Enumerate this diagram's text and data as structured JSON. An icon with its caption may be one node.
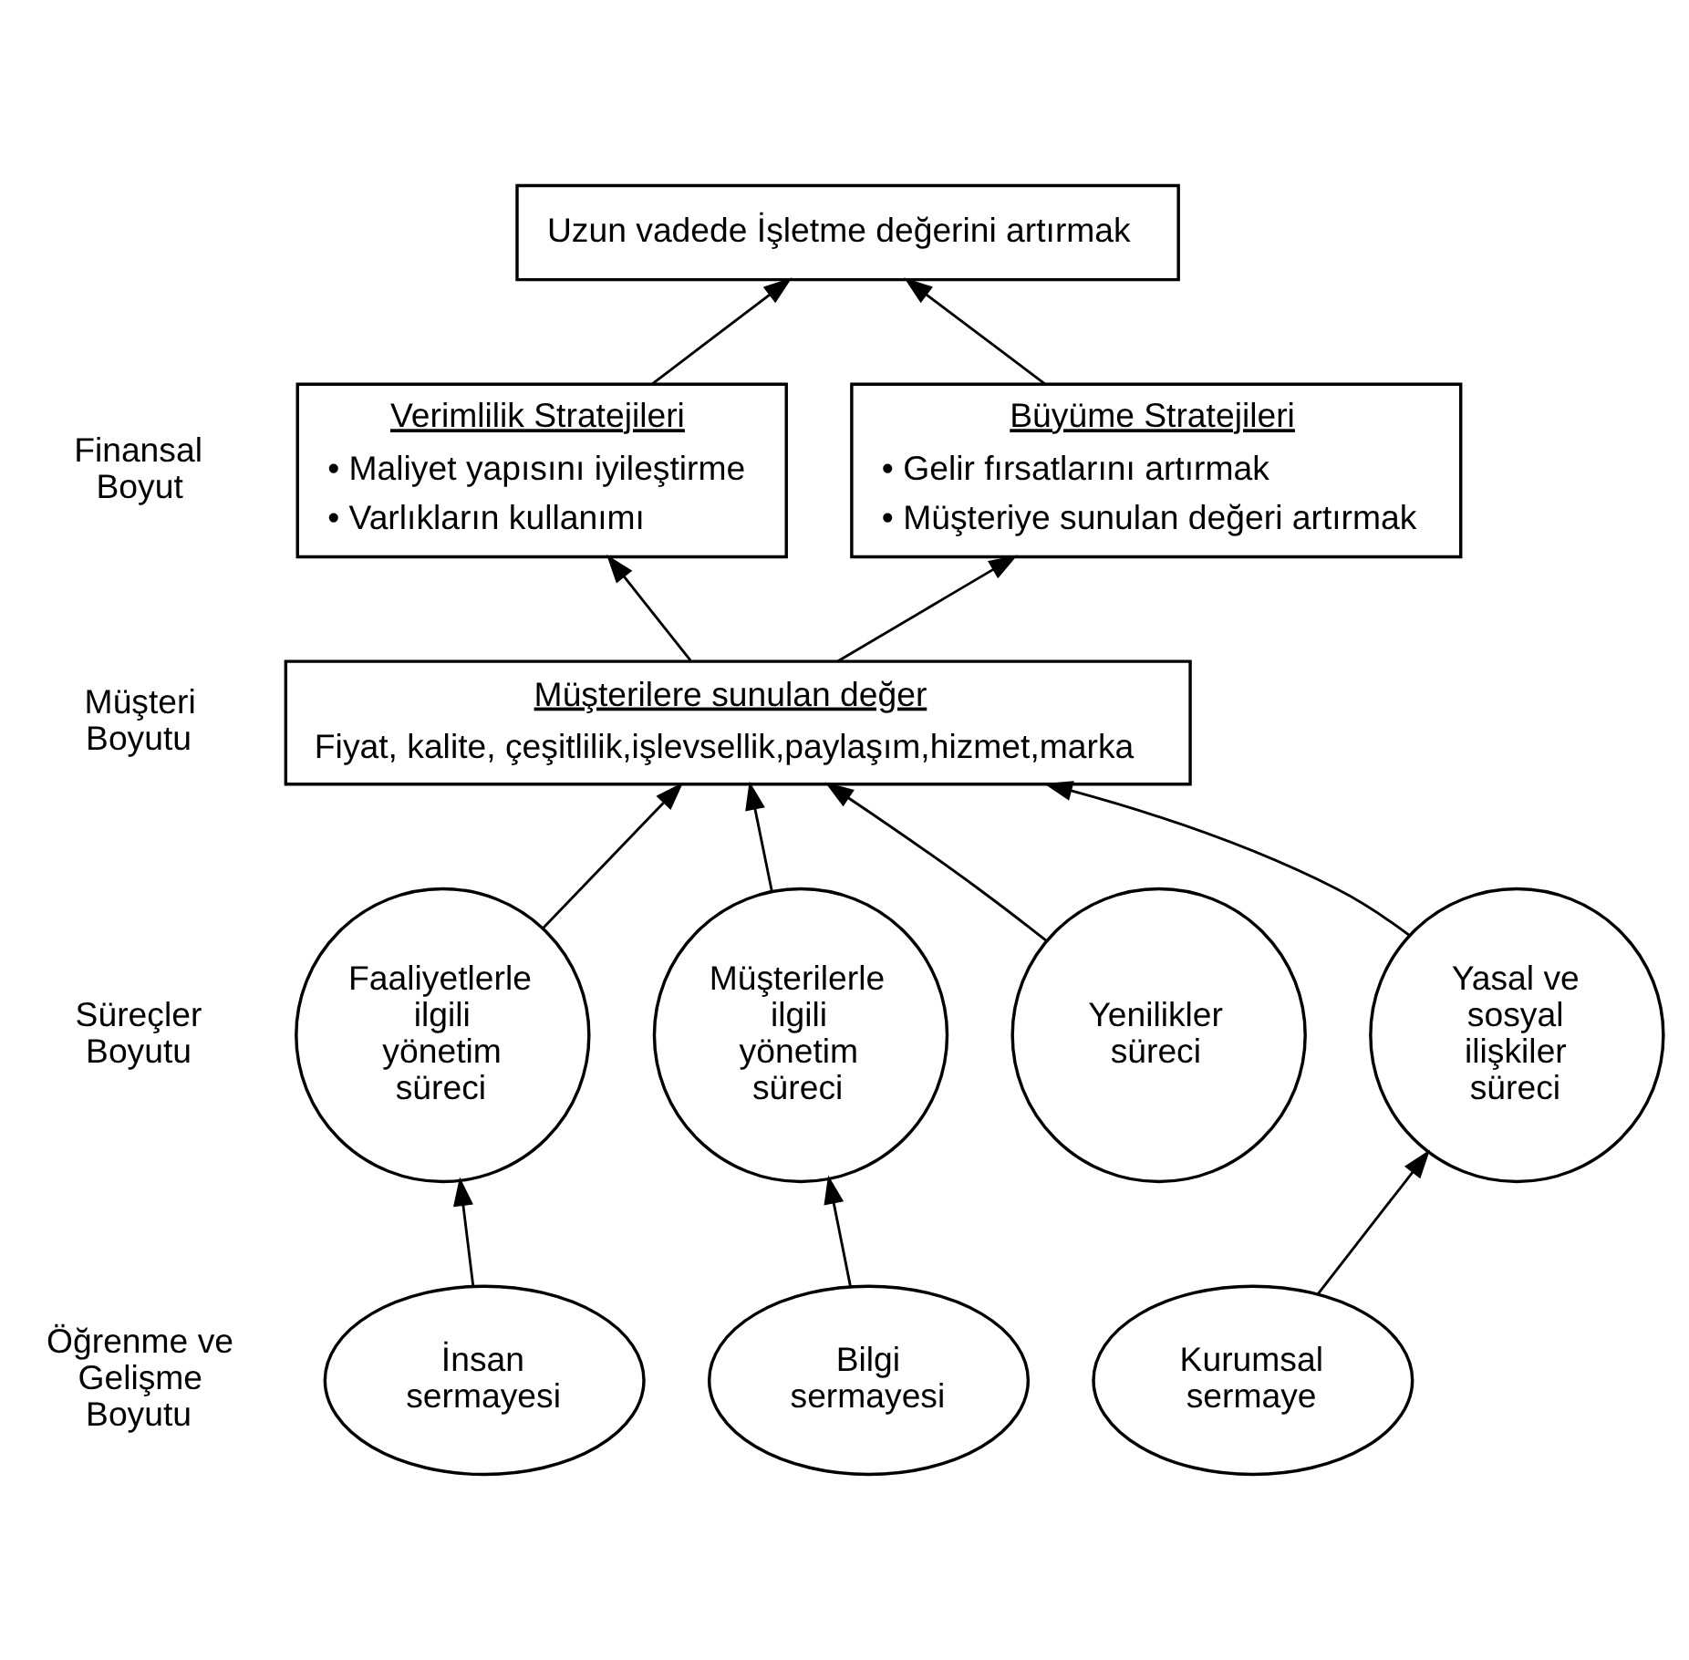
{
  "diagram": {
    "nodes": [
      {
        "text": [
          "Uzun vadede İşletme değerini artırmak"
        ]
      },
      {
        "text": [
          "Verimlilik Stratejileri",
          "• Maliyet yapısını iyileştirme",
          "• Varlıkların kullanımı"
        ]
      },
      {
        "text": [
          "Büyüme Stratejileri",
          "• Gelir fırsatlarını artırmak",
          "• Müşteriye sunulan değeri artırmak"
        ]
      },
      {
        "text": [
          "Müşterilere sunulan değer",
          "Fiyat, kalite, çeşitlilik,işlevsellik,paylaşım,hizmet,marka"
        ]
      },
      {
        "text": [
          "Faaliyetlerle ilgili yönetim süreci"
        ]
      },
      {
        "text": [
          "Müşterilerle ilgili yönetim süreci"
        ]
      },
      {
        "text": [
          "Yenilikler süreci"
        ]
      },
      {
        "text": [
          "Yasal ve sosyal ilişkiler süreci"
        ]
      },
      {
        "text": [
          "İnsan sermayesi"
        ]
      },
      {
        "text": [
          "Bilgi sermayesi"
        ]
      },
      {
        "text": [
          "Kurumsal sermaye"
        ]
      }
    ],
    "edges": [
      {
        "from": 1,
        "to": 0,
        "arrow": "to"
      },
      {
        "from": 2,
        "to": 0,
        "arrow": "to"
      },
      {
        "from": 3,
        "to": 1,
        "arrow": "to"
      },
      {
        "from": 3,
        "to": 2,
        "arrow": "to"
      },
      {
        "from": 4,
        "to": 3,
        "arrow": "to"
      },
      {
        "from": 5,
        "to": 3,
        "arrow": "to"
      },
      {
        "from": 6,
        "to": 3,
        "arrow": "to"
      },
      {
        "from": 7,
        "to": 3,
        "arrow": "to"
      },
      {
        "from": 8,
        "to": 4,
        "arrow": "to"
      },
      {
        "from": 9,
        "to": 5,
        "arrow": "to"
      },
      {
        "from": 10,
        "to": 7,
        "arrow": "to"
      }
    ],
    "labels": [
      "Finansal Boyut",
      "Müşteri Boyutu",
      "Süreçler Boyutu",
      "Öğrenme ve Gelişme Boyutu"
    ]
  }
}
